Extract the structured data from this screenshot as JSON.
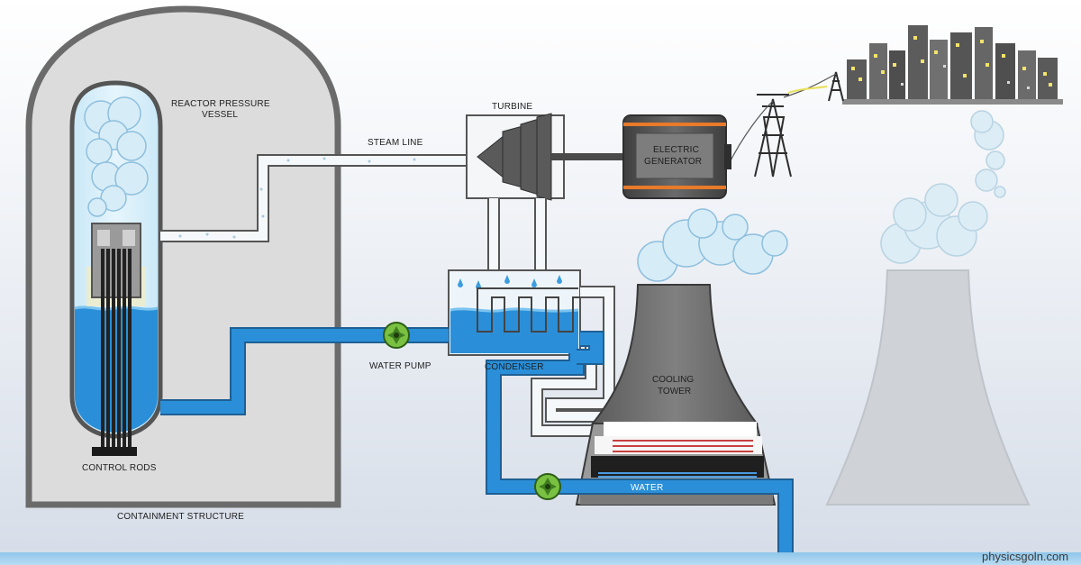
{
  "labels": {
    "reactor_vessel_line1": "REACTOR PRESSURE",
    "reactor_vessel_line2": "VESSEL",
    "steam_line": "STEAM LINE",
    "turbine": "TURBINE",
    "generator_line1": "ELECTRIC",
    "generator_line2": "GENERATOR",
    "water_pump": "WATER PUMP",
    "condenser": "CONDENSER",
    "cooling_tower_line1": "COOLING",
    "cooling_tower_line2": "TOWER",
    "water": "WATER",
    "control_rods": "CONTROL RODS",
    "containment": "CONTAINMENT STRUCTURE"
  },
  "watermark": "physicsgoln.com",
  "colors": {
    "water": "#2a8fd8",
    "containment": "#dcdcdc",
    "tower": "#6e6e6e",
    "generator_accent": "#e87a2a",
    "pump": "#5aa52a"
  }
}
